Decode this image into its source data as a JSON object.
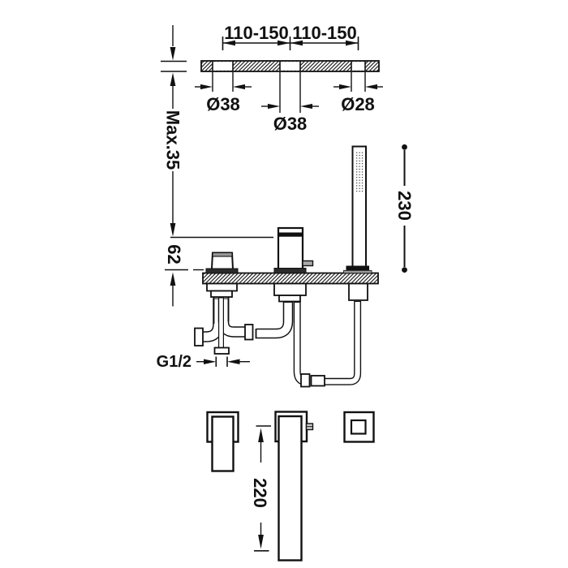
{
  "drawing": {
    "kind": "installation-dimension-diagram",
    "subject": "deck-mounted 3-hole bath mixer with hand shower",
    "colors": {
      "line": "#111111",
      "dark_fill": "#1c1c1c",
      "gray_fill": "#999999",
      "lever_gray": "#aaaaaa",
      "background": "#ffffff"
    },
    "dimensions": {
      "hole_spacing_left": "110-150",
      "hole_spacing_right": "110-150",
      "hole1_diameter": "Ø38",
      "hole2_diameter": "Ø38",
      "hole3_diameter": "Ø28",
      "deck_thickness_max": "Max.35",
      "body_height_above_deck": "62",
      "hand_shower_height": "230",
      "connection_thread": "G1/2",
      "spout_length": "220"
    }
  }
}
